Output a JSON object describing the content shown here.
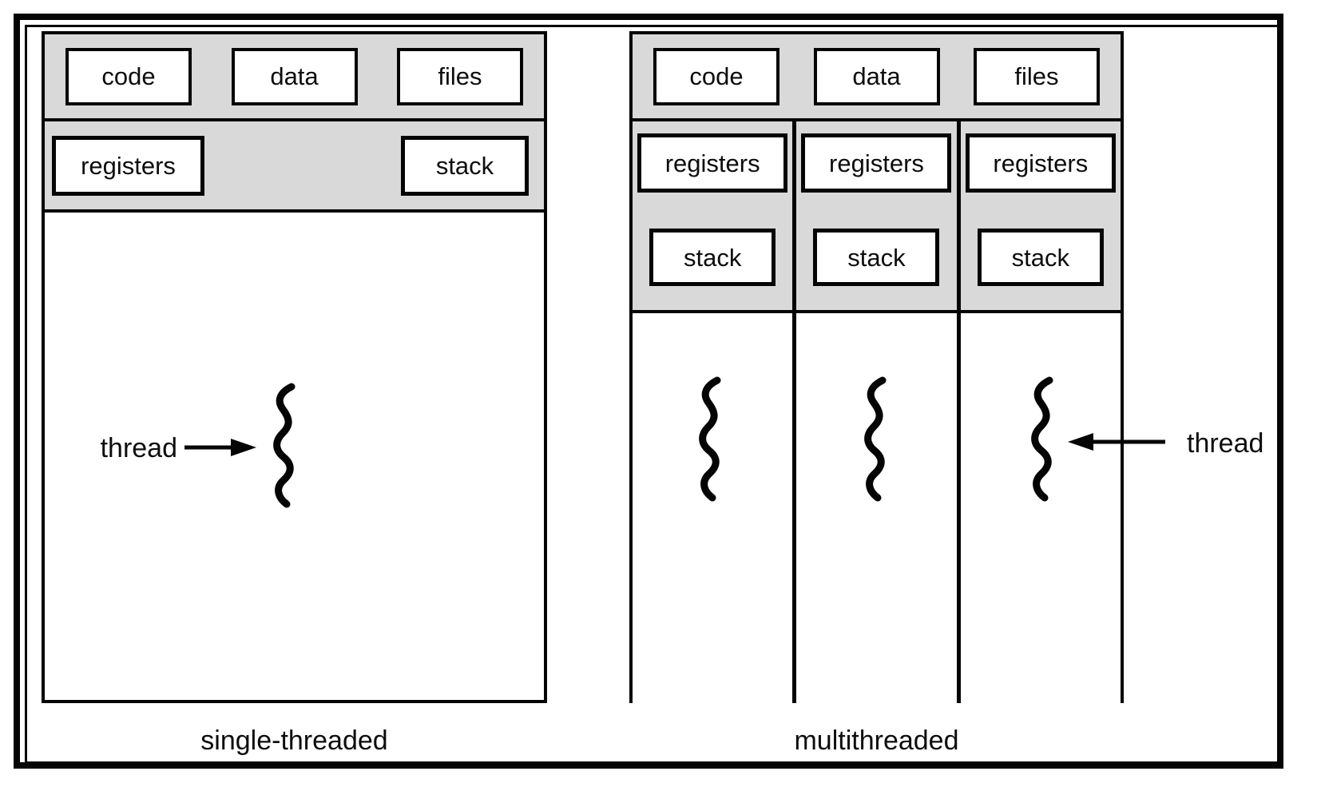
{
  "left_process": {
    "caption": "single-threaded",
    "resources": [
      "code",
      "data",
      "files"
    ],
    "registers": "registers",
    "stack": "stack",
    "thread_label": "thread"
  },
  "right_process": {
    "caption": "multithreaded",
    "resources": [
      "code",
      "data",
      "files"
    ],
    "threads": [
      {
        "registers": "registers",
        "stack": "stack"
      },
      {
        "registers": "registers",
        "stack": "stack"
      },
      {
        "registers": "registers",
        "stack": "stack"
      }
    ],
    "thread_label": "thread"
  },
  "colors": {
    "panel_gray": "#d9d9d9",
    "ink": "#050505",
    "background": "#ffffff"
  }
}
